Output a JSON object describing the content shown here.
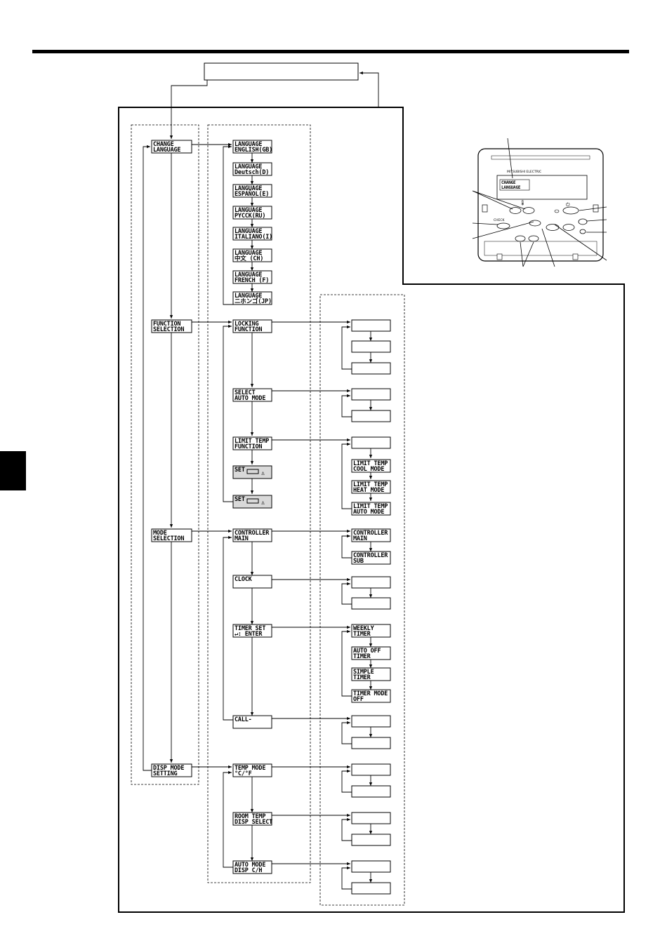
{
  "level1": [
    {
      "id": "change-language",
      "lines": [
        "CHANGE",
        "LANGUAGE"
      ]
    },
    {
      "id": "function-selection",
      "lines": [
        "FUNCTION",
        "SELECTION"
      ]
    },
    {
      "id": "mode-selection",
      "lines": [
        "MODE",
        "SELECTION"
      ]
    },
    {
      "id": "disp-mode-setting",
      "lines": [
        "DISP MODE",
        "SETTING"
      ]
    }
  ],
  "languages": [
    {
      "lines": [
        "LANGUAGE",
        "ENGLISH(GB)"
      ]
    },
    {
      "lines": [
        "LANGUAGE",
        "Deutsch(D)"
      ]
    },
    {
      "lines": [
        "LANGUAGE",
        "ESPAÑOL(E)"
      ]
    },
    {
      "lines": [
        "LANGUAGE",
        "PYCCK(RU)"
      ]
    },
    {
      "lines": [
        "LANGUAGE",
        "ITALIANO(I)"
      ]
    },
    {
      "lines": [
        "LANGUAGE",
        "中文  (CH)"
      ]
    },
    {
      "lines": [
        "LANGUAGE",
        "FRENCH (F)"
      ]
    },
    {
      "lines": [
        "LANGUAGE",
        "ニホンゴ(JP)"
      ]
    }
  ],
  "function_items": [
    {
      "lines": [
        "LOCKING",
        "FUNCTION"
      ]
    },
    {
      "lines": [
        "SELECT",
        "AUTO MODE"
      ]
    },
    {
      "lines": [
        "LIMIT TEMP",
        "FUNCTION"
      ]
    }
  ],
  "set_items": [
    {
      "lines": [
        "SET"
      ]
    },
    {
      "lines": [
        "SET"
      ]
    }
  ],
  "mode_items": [
    {
      "lines": [
        "CONTROLLER",
        "MAIN"
      ]
    },
    {
      "lines": [
        "CLOCK"
      ]
    },
    {
      "lines": [
        "TIMER SET",
        "↵: ENTER"
      ]
    },
    {
      "lines": [
        "CALL-"
      ]
    }
  ],
  "disp_items": [
    {
      "lines": [
        "TEMP MODE",
        "°C/°F"
      ]
    },
    {
      "lines": [
        "ROOM TEMP",
        "DISP SELECT"
      ]
    },
    {
      "lines": [
        "AUTO MODE",
        "DISP C/H"
      ]
    }
  ],
  "limit_temp_options": [
    {
      "lines": [
        "LIMIT TEMP",
        "COOL MODE"
      ]
    },
    {
      "lines": [
        "LIMIT TEMP",
        "HEAT MODE"
      ]
    },
    {
      "lines": [
        "LIMIT TEMP",
        "AUTO MODE"
      ]
    }
  ],
  "controller_options": [
    {
      "lines": [
        "CONTROLLER",
        "MAIN"
      ]
    },
    {
      "lines": [
        "CONTROLLER",
        "SUB"
      ]
    }
  ],
  "timer_options": [
    {
      "lines": [
        "WEEKLY",
        "TIMER"
      ]
    },
    {
      "lines": [
        "AUTO OFF",
        "TIMER"
      ]
    },
    {
      "lines": [
        "SIMPLE",
        "TIMER"
      ]
    },
    {
      "lines": [
        "TIMER MODE",
        "OFF"
      ]
    }
  ],
  "remote": {
    "brand": "MITSUBISHI ELECTRIC",
    "screen_lines": [
      "CHANGE",
      "LANGUAGE"
    ],
    "check_label": "CHECK"
  }
}
